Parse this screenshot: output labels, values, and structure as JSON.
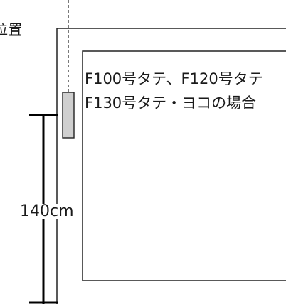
{
  "position_label": "位置",
  "canvas_text": {
    "line1": "F100号タテ、F120号タテ",
    "line2": "F130号タテ・ヨコの場合"
  },
  "height_label": "140cm"
}
